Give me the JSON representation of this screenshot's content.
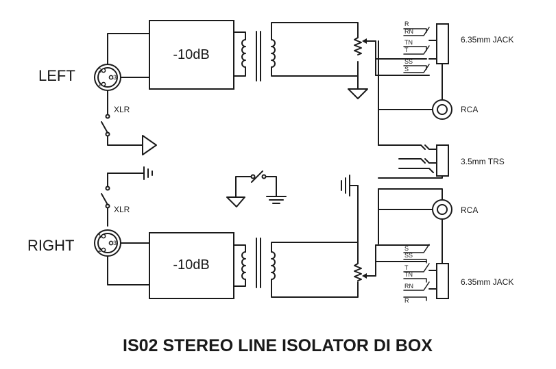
{
  "title": "IS02  STEREO LINE ISOLATOR DI BOX",
  "channels": {
    "left": "LEFT",
    "right": "RIGHT"
  },
  "xlr_label": "XLR",
  "pad_label": "-10dB",
  "xlr_pins": [
    "1",
    "2",
    "3"
  ],
  "jack_label": "6.35mm JACK",
  "rca_label": "RCA",
  "trs_label": "3.5mm TRS",
  "jack_contacts_top": [
    "R",
    "RN",
    "TN",
    "T",
    "SS",
    "S"
  ],
  "jack_contacts_bottom": [
    "S",
    "SS",
    "T",
    "TN",
    "RN",
    "R"
  ]
}
